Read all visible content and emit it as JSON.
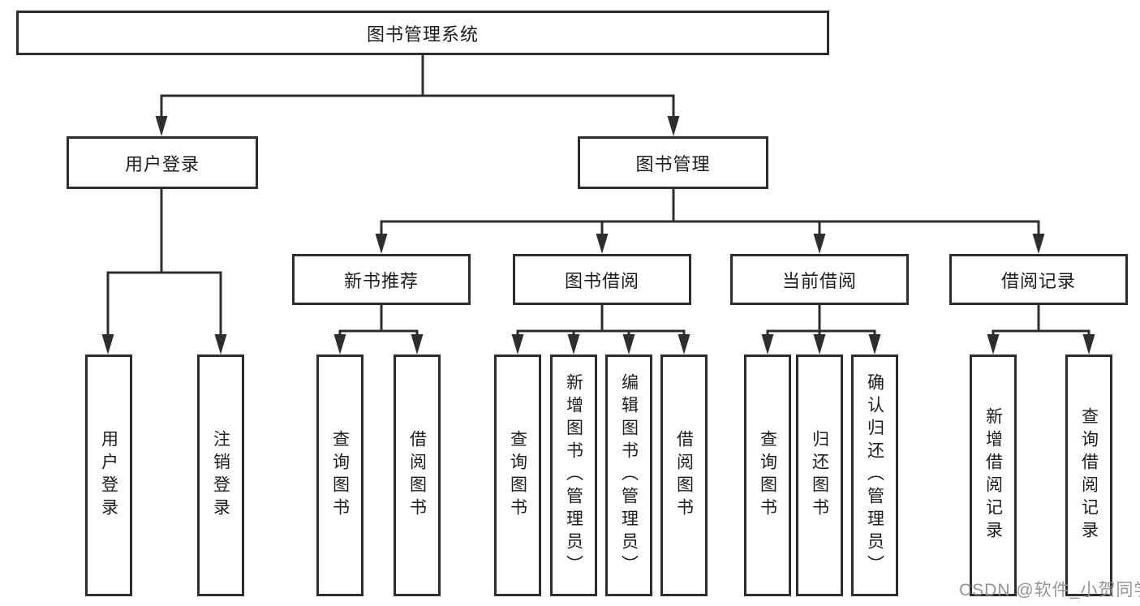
{
  "diagram": {
    "root": "图书管理系统",
    "level2": {
      "user_login": "用户登录",
      "book_management": "图书管理"
    },
    "level3": {
      "new_book_recommendation": "新书推荐",
      "book_borrowing": "图书借阅",
      "current_borrowing": "当前借阅",
      "borrowing_records": "借阅记录"
    },
    "leaves": {
      "user_login": "用户登录",
      "logout": "注销登录",
      "recommend_query_books": "查询图书",
      "recommend_borrow_books": "借阅图书",
      "borrowing_query_books": "查询图书",
      "borrowing_add_book_admin": "新增图书（管理员）",
      "borrowing_edit_book_admin": "编辑图书（管理员）",
      "borrowing_borrow_books": "借阅图书",
      "current_query_books": "查询图书",
      "current_return_books": "归还图书",
      "current_confirm_return_admin": "确认归还（管理员）",
      "records_add_borrow_record": "新增借阅记录",
      "records_query_borrow_record": "查询借阅记录"
    }
  },
  "watermark": {
    "text": "CSDN @软件_小贺同学"
  },
  "colors": {
    "line": "#2e2e2e",
    "text": "#1c1c1c",
    "watermark": "#949494",
    "background": "#ffffff"
  }
}
